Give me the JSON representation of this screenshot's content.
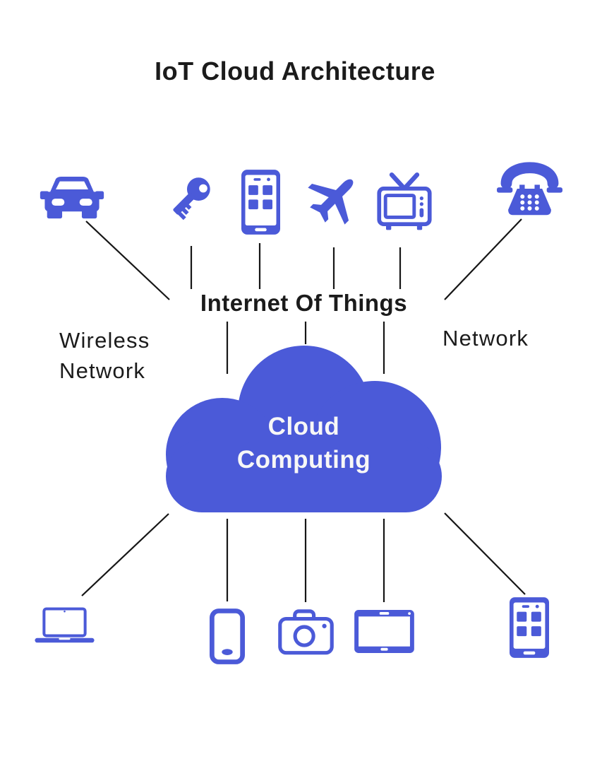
{
  "title": "IoT Cloud Architecture",
  "labels": {
    "iot": "Internet Of Things",
    "wireless_line1": "Wireless",
    "wireless_line2": "Network",
    "network": "Network"
  },
  "cloud": {
    "line1": "Cloud",
    "line2": "Computing"
  },
  "top_devices": [
    "car-icon",
    "key-icon",
    "smartphone-apps-icon",
    "airplane-icon",
    "tv-icon",
    "telephone-icon"
  ],
  "bottom_devices": [
    "laptop-icon",
    "smartphone-icon",
    "camera-icon",
    "tablet-icon",
    "smartphone-apps-icon"
  ],
  "colors": {
    "icon_blue": "#4b5ad8",
    "line_color": "#161616",
    "text_color": "#1b1b1b",
    "cloud_text_color": "#f7f7f7",
    "background": "#ffffff"
  }
}
